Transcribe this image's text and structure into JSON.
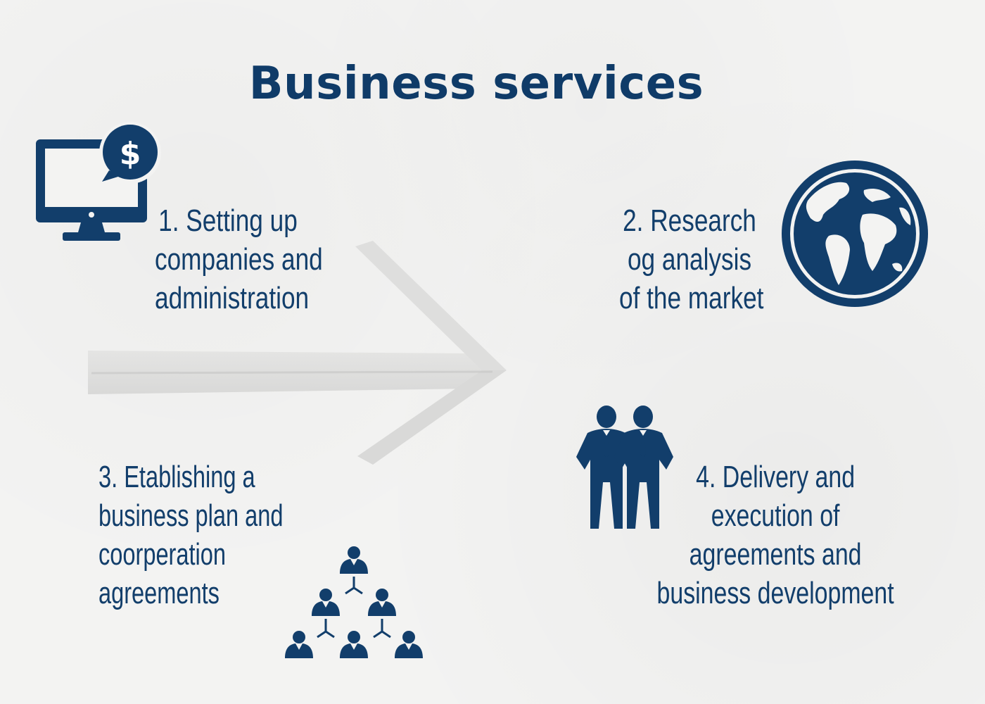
{
  "title": "Business services",
  "accent_color": "#0f3b68",
  "services": [
    {
      "lines": [
        "1. Setting up",
        "companies and",
        "administration"
      ],
      "icon": "computer-dollar-icon"
    },
    {
      "lines": [
        "2. Research",
        "og analysis",
        "of the market"
      ],
      "icon": "globe-icon"
    },
    {
      "lines": [
        "3. Etablishing a",
        "business plan and",
        "coorperation",
        "agreements"
      ],
      "icon": "hierarchy-people-icon"
    },
    {
      "lines": [
        "4. Delivery and",
        "execution of",
        "agreements and",
        "business development"
      ],
      "icon": "businessmen-icon"
    }
  ]
}
